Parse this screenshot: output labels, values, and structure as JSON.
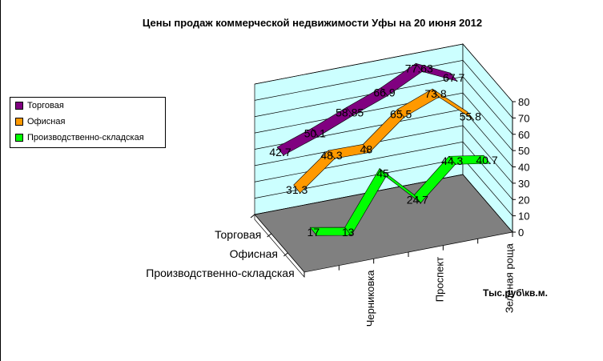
{
  "chart_data": {
    "type": "line",
    "subtype": "3d",
    "title": "Цены продаж коммерческой недвижимости Уфы на 20 июня 2012",
    "ylabel": "Тыс.руб\\кв.м.",
    "ylim": [
      0,
      80
    ],
    "yticks": [
      0,
      10,
      20,
      30,
      40,
      50,
      60,
      70,
      80
    ],
    "categories": [
      "",
      "Черниковка",
      "",
      "Проспект",
      "",
      "Зеленая роща"
    ],
    "grid": true,
    "legend": "left",
    "series": [
      {
        "name": "Торговая",
        "color": "#800080",
        "values": [
          42.7,
          50.1,
          58.85,
          66.9,
          77.63,
          67.7
        ],
        "labels": [
          "42.7",
          "50.1",
          "58.85",
          "66.9",
          "77.63",
          "67.7"
        ]
      },
      {
        "name": "Офисная",
        "color": "#ff9900",
        "values": [
          31.3,
          48.3,
          48,
          65.5,
          73.8,
          55.8
        ],
        "labels": [
          "31.3",
          "48.3",
          "48",
          "65.5",
          "73.8",
          "55.8"
        ]
      },
      {
        "name": "Производственно-складская",
        "color": "#00ff00",
        "values": [
          17,
          13,
          45,
          24.7,
          44.3,
          40.7
        ],
        "labels": [
          "17",
          "13",
          "45",
          "24.7",
          "44.3",
          "40.7"
        ]
      }
    ]
  }
}
